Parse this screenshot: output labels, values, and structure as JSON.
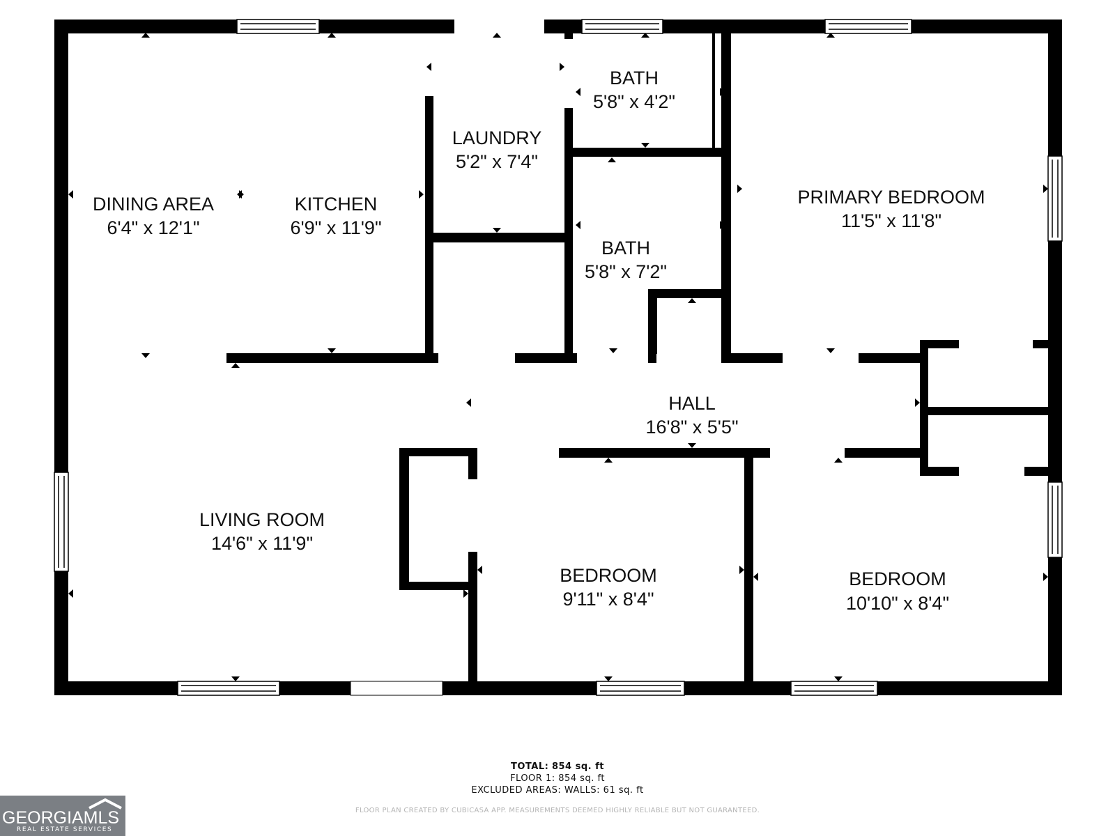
{
  "rooms": [
    {
      "id": "dining-area",
      "name": "DINING AREA",
      "size": "6'4\" x 12'1\""
    },
    {
      "id": "kitchen",
      "name": "KITCHEN",
      "size": "6'9\" x 11'9\""
    },
    {
      "id": "laundry",
      "name": "LAUNDRY",
      "size": "5'2\" x 7'4\""
    },
    {
      "id": "bath-upper",
      "name": "BATH",
      "size": "5'8\" x 4'2\""
    },
    {
      "id": "bath-lower",
      "name": "BATH",
      "size": "5'8\" x 7'2\""
    },
    {
      "id": "primary-bedroom",
      "name": "PRIMARY BEDROOM",
      "size": "11'5\" x 11'8\""
    },
    {
      "id": "hall",
      "name": "HALL",
      "size": "16'8\" x 5'5\""
    },
    {
      "id": "living-room",
      "name": "LIVING ROOM",
      "size": "14'6\" x 11'9\""
    },
    {
      "id": "bedroom-middle",
      "name": "BEDROOM",
      "size": "9'11\" x 8'4\""
    },
    {
      "id": "bedroom-right",
      "name": "BEDROOM",
      "size": "10'10\" x 8'4\""
    }
  ],
  "totals": {
    "total_label": "TOTAL:",
    "total_value": "854 sq. ft",
    "floor_line": "FLOOR 1: 854 sq. ft",
    "excluded_line": "EXCLUDED AREAS: WALLS: 61 sq. ft"
  },
  "disclaimer": "FLOOR PLAN CREATED BY CUBICASA APP. MEASUREMENTS DEEMED HIGHLY RELIABLE BUT NOT GUARANTEED.",
  "logo": {
    "word": "GEORGIAMLS",
    "subtitle": "REAL ESTATE SERVICES"
  },
  "colors": {
    "wall": "#000000",
    "label": "#111111",
    "logo_bg": "#7b7f84"
  }
}
